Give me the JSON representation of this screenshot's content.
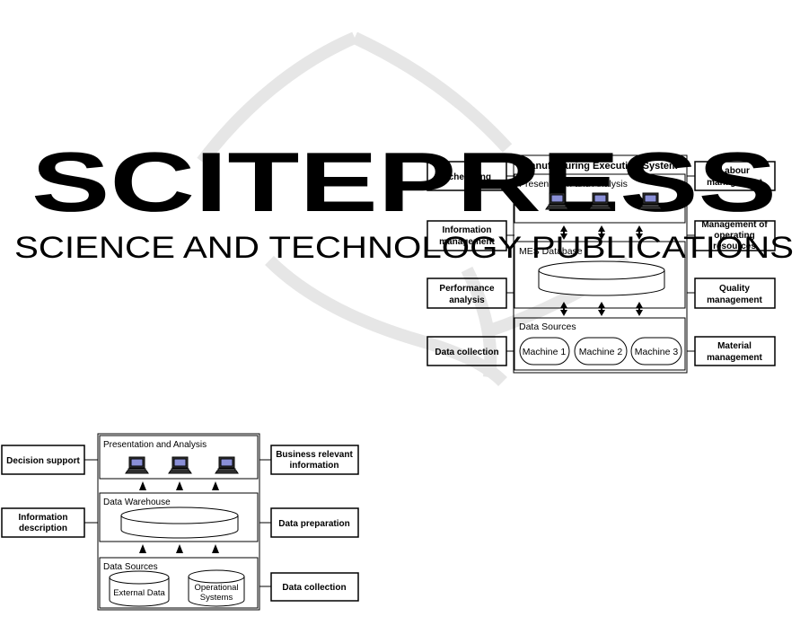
{
  "watermark": {
    "line1": "SCITEPRESS",
    "line2": "SCIENCE AND TECHNOLOGY PUBLICATIONS"
  },
  "mes": {
    "title": "Manufacturing Execution System",
    "presentation": "Presentation and Analysis",
    "database": "MES Database",
    "sources": "Data Sources",
    "machines": [
      "Machine 1",
      "Machine 2",
      "Machine 3"
    ],
    "left": [
      [
        "Scheduling"
      ],
      [
        "Information",
        "management"
      ],
      [
        "Performance",
        "analysis"
      ],
      [
        "Data collection"
      ]
    ],
    "right": [
      [
        "Labour",
        "management"
      ],
      [
        "Management of",
        "operating",
        "resources"
      ],
      [
        "Quality",
        "management"
      ],
      [
        "Material",
        "management"
      ]
    ]
  },
  "dw": {
    "presentation": "Presentation and Analysis",
    "warehouse": "Data Warehouse",
    "sources": "Data Sources",
    "external": "External Data",
    "operational": [
      "Operational",
      "Systems"
    ],
    "left": [
      [
        "Decision support"
      ],
      [
        "Information",
        "description"
      ]
    ],
    "right": [
      [
        "Business relevant",
        "information"
      ],
      [
        "Data preparation"
      ],
      [
        "Data collection"
      ]
    ]
  }
}
